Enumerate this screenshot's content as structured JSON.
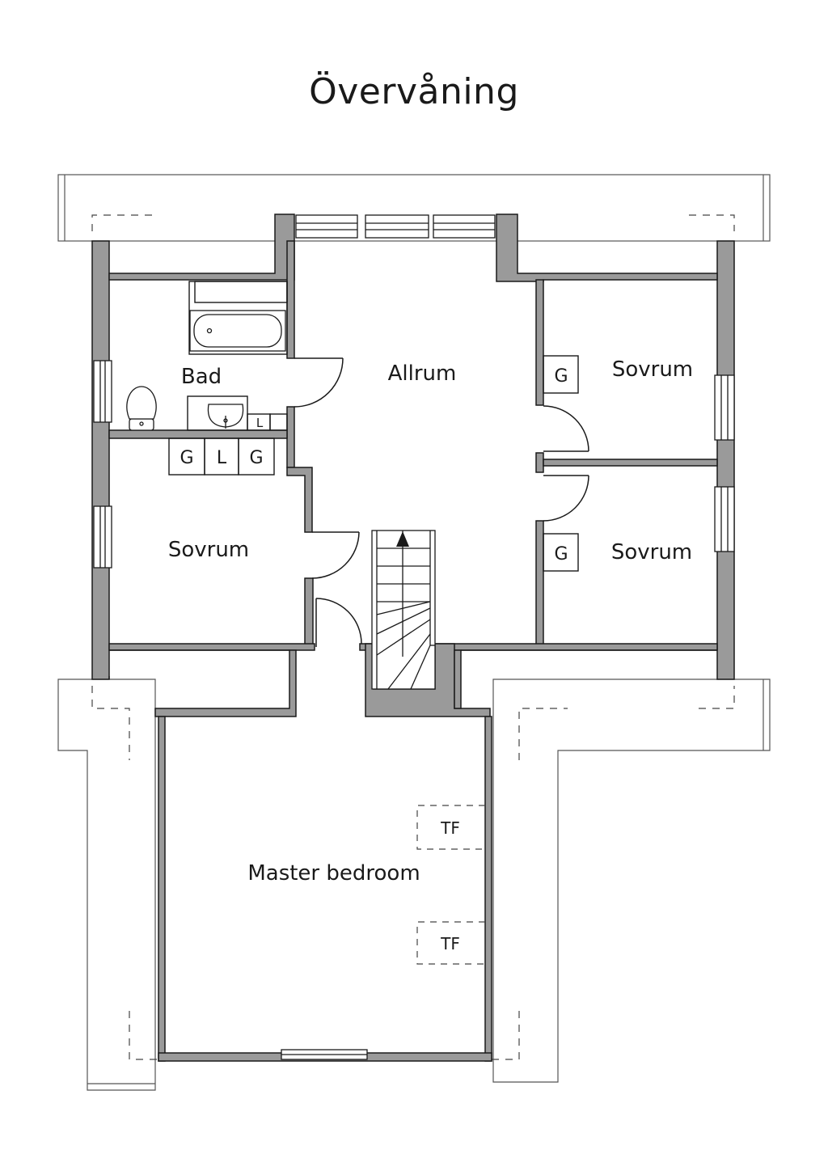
{
  "title": "Övervåning",
  "rooms": {
    "allrum": "Allrum",
    "bad": "Bad",
    "sovrum_top_right": "Sovrum",
    "sovrum_bottom_right": "Sovrum",
    "sovrum_left": "Sovrum",
    "master": "Master bedroom"
  },
  "fixtures": {
    "closet_g": "G",
    "closet_l": "L",
    "bath_l": "L",
    "tf": "TF"
  },
  "colors": {
    "wall": "#9a9a9a",
    "line": "#1a1a1a",
    "background": "#ffffff"
  },
  "icons": [
    "stair-arrow-icon",
    "toilet-icon",
    "sink-icon",
    "bathtub-icon",
    "window-icon",
    "door-swing-icon"
  ]
}
